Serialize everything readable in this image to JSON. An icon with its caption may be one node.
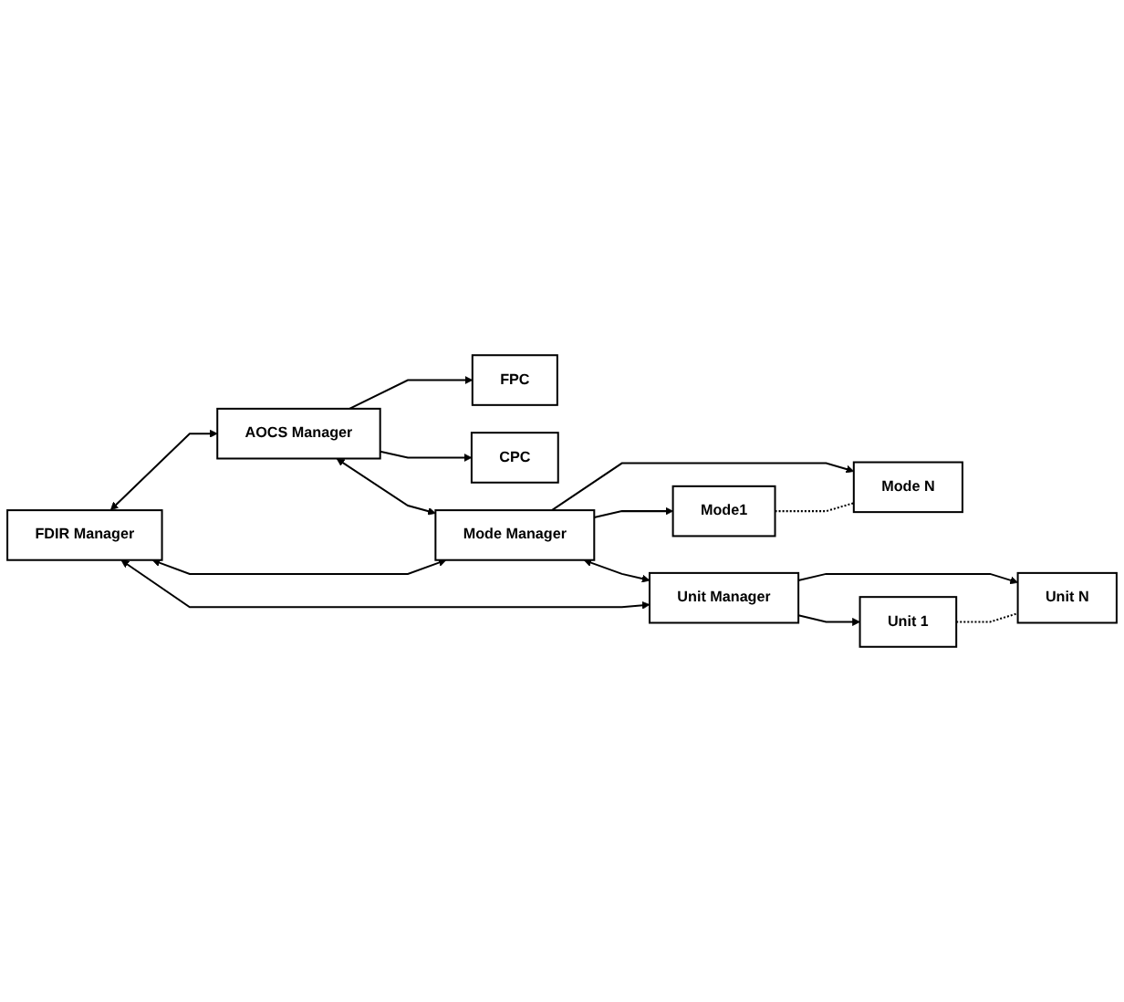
{
  "diagram": {
    "nodes": [
      {
        "text": [
          "AOCS Manager"
        ]
      },
      {
        "text": [
          "FPC"
        ]
      },
      {
        "text": [
          "CPC"
        ]
      },
      {
        "text": [
          "FDIR Manager"
        ]
      },
      {
        "text": [
          "Mode Manager"
        ]
      },
      {
        "text": [
          "Mode1"
        ]
      },
      {
        "text": [
          "Mode N"
        ]
      },
      {
        "text": [
          "Unit Manager"
        ]
      },
      {
        "text": [
          "Unit 1"
        ]
      },
      {
        "text": [
          "Unit N"
        ]
      }
    ],
    "edges": [
      {
        "from": 3,
        "to": 0,
        "arrow": "both"
      },
      {
        "from": 0,
        "to": 1,
        "arrow": "to"
      },
      {
        "from": 0,
        "to": 2,
        "arrow": "to"
      },
      {
        "from": 0,
        "to": 4,
        "arrow": "both"
      },
      {
        "from": 3,
        "to": 4,
        "arrow": "both"
      },
      {
        "from": 4,
        "to": 5,
        "arrow": "to"
      },
      {
        "from": 4,
        "to": 6,
        "arrow": "to"
      },
      {
        "from": 5,
        "to": 6,
        "arrow": "none",
        "style": "dashed"
      },
      {
        "from": 4,
        "to": 7,
        "arrow": "both"
      },
      {
        "from": 3,
        "to": 7,
        "arrow": "both"
      },
      {
        "from": 7,
        "to": 8,
        "arrow": "to"
      },
      {
        "from": 7,
        "to": 9,
        "arrow": "to"
      },
      {
        "from": 8,
        "to": 9,
        "arrow": "none",
        "style": "dashed"
      }
    ]
  }
}
